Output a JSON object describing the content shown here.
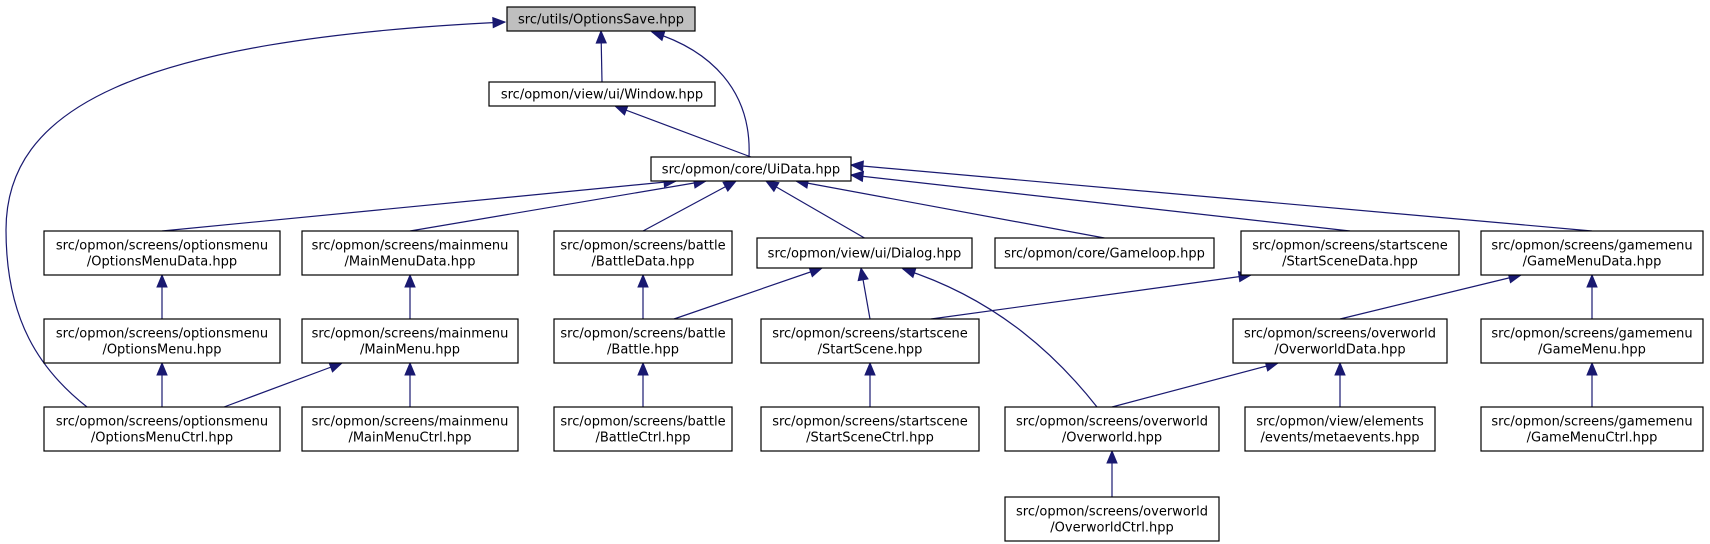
{
  "colors": {
    "edge": "#191970",
    "root_fill": "#bfbfbf",
    "node_fill": "#ffffff",
    "border": "#000000"
  },
  "nodes": [
    {
      "id": "optionssave",
      "lines": [
        "src/utils/OptionsSave.hpp"
      ],
      "root": true
    },
    {
      "id": "window",
      "lines": [
        "src/opmon/view/ui/Window.hpp"
      ]
    },
    {
      "id": "uidata",
      "lines": [
        "src/opmon/core/UiData.hpp"
      ]
    },
    {
      "id": "optionsmenudata",
      "lines": [
        "src/opmon/screens/optionsmenu",
        "/OptionsMenuData.hpp"
      ]
    },
    {
      "id": "mainmenudata",
      "lines": [
        "src/opmon/screens/mainmenu",
        "/MainMenuData.hpp"
      ]
    },
    {
      "id": "battledata",
      "lines": [
        "src/opmon/screens/battle",
        "/BattleData.hpp"
      ]
    },
    {
      "id": "dialog",
      "lines": [
        "src/opmon/view/ui/Dialog.hpp"
      ]
    },
    {
      "id": "gameloop",
      "lines": [
        "src/opmon/core/Gameloop.hpp"
      ]
    },
    {
      "id": "startscenedata",
      "lines": [
        "src/opmon/screens/startscene",
        "/StartSceneData.hpp"
      ]
    },
    {
      "id": "gamemenudata",
      "lines": [
        "src/opmon/screens/gamemenu",
        "/GameMenuData.hpp"
      ]
    },
    {
      "id": "optionsmenu",
      "lines": [
        "src/opmon/screens/optionsmenu",
        "/OptionsMenu.hpp"
      ]
    },
    {
      "id": "mainmenu",
      "lines": [
        "src/opmon/screens/mainmenu",
        "/MainMenu.hpp"
      ]
    },
    {
      "id": "battle",
      "lines": [
        "src/opmon/screens/battle",
        "/Battle.hpp"
      ]
    },
    {
      "id": "startscene",
      "lines": [
        "src/opmon/screens/startscene",
        "/StartScene.hpp"
      ]
    },
    {
      "id": "overworlddata",
      "lines": [
        "src/opmon/screens/overworld",
        "/OverworldData.hpp"
      ]
    },
    {
      "id": "gamemenu",
      "lines": [
        "src/opmon/screens/gamemenu",
        "/GameMenu.hpp"
      ]
    },
    {
      "id": "optionsmenuctrl",
      "lines": [
        "src/opmon/screens/optionsmenu",
        "/OptionsMenuCtrl.hpp"
      ]
    },
    {
      "id": "mainmenuctrl",
      "lines": [
        "src/opmon/screens/mainmenu",
        "/MainMenuCtrl.hpp"
      ]
    },
    {
      "id": "battlectrl",
      "lines": [
        "src/opmon/screens/battle",
        "/BattleCtrl.hpp"
      ]
    },
    {
      "id": "startscenectrl",
      "lines": [
        "src/opmon/screens/startscene",
        "/StartSceneCtrl.hpp"
      ]
    },
    {
      "id": "overworld",
      "lines": [
        "src/opmon/screens/overworld",
        "/Overworld.hpp"
      ]
    },
    {
      "id": "metaevents",
      "lines": [
        "src/opmon/view/elements",
        "/events/metaevents.hpp"
      ]
    },
    {
      "id": "gamemenuctrl",
      "lines": [
        "src/opmon/screens/gamemenu",
        "/GameMenuCtrl.hpp"
      ]
    },
    {
      "id": "overworldctrl",
      "lines": [
        "src/opmon/screens/overworld",
        "/OverworldCtrl.hpp"
      ]
    }
  ],
  "edges": [
    {
      "from": "window",
      "to": "optionssave"
    },
    {
      "from": "uidata",
      "to": "optionssave"
    },
    {
      "from": "optionsmenuctrl",
      "to": "optionssave"
    },
    {
      "from": "uidata",
      "to": "window"
    },
    {
      "from": "optionsmenudata",
      "to": "uidata"
    },
    {
      "from": "mainmenudata",
      "to": "uidata"
    },
    {
      "from": "battledata",
      "to": "uidata"
    },
    {
      "from": "dialog",
      "to": "uidata"
    },
    {
      "from": "gameloop",
      "to": "uidata"
    },
    {
      "from": "startscenedata",
      "to": "uidata"
    },
    {
      "from": "gamemenudata",
      "to": "uidata"
    },
    {
      "from": "optionsmenu",
      "to": "optionsmenudata"
    },
    {
      "from": "mainmenu",
      "to": "mainmenudata"
    },
    {
      "from": "battle",
      "to": "battledata"
    },
    {
      "from": "battle",
      "to": "dialog"
    },
    {
      "from": "startscene",
      "to": "dialog"
    },
    {
      "from": "overworld",
      "to": "dialog"
    },
    {
      "from": "startscene",
      "to": "startscenedata"
    },
    {
      "from": "overworlddata",
      "to": "gamemenudata"
    },
    {
      "from": "gamemenu",
      "to": "gamemenudata"
    },
    {
      "from": "optionsmenuctrl",
      "to": "optionsmenu"
    },
    {
      "from": "optionsmenuctrl",
      "to": "mainmenu"
    },
    {
      "from": "mainmenuctrl",
      "to": "mainmenu"
    },
    {
      "from": "battlectrl",
      "to": "battle"
    },
    {
      "from": "startscenectrl",
      "to": "startscene"
    },
    {
      "from": "overworld",
      "to": "overworlddata"
    },
    {
      "from": "metaevents",
      "to": "overworlddata"
    },
    {
      "from": "gamemenuctrl",
      "to": "gamemenu"
    },
    {
      "from": "overworldctrl",
      "to": "overworld"
    }
  ]
}
